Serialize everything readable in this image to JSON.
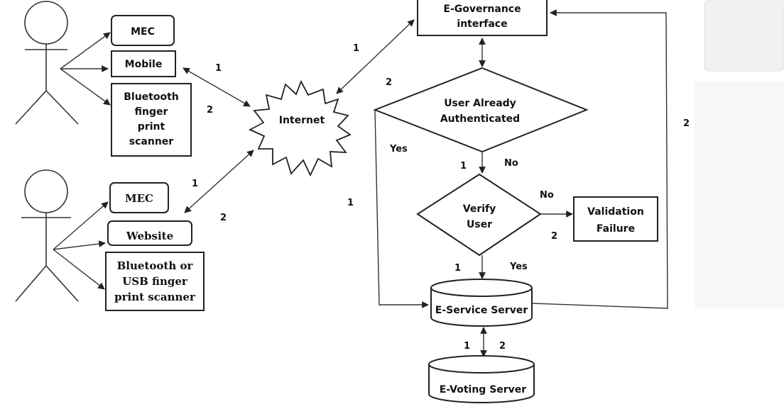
{
  "nodes": {
    "mec_top": "MEC",
    "mobile": "Mobile",
    "bt_fp_1": "Bluetooth",
    "bt_fp_2": "finger",
    "bt_fp_3": "print",
    "bt_fp_4": "scanner",
    "mec_bottom": "MEC",
    "website": "Website",
    "bt_usb_1": "Bluetooth or",
    "bt_usb_2": "USB finger",
    "bt_usb_3": "print scanner",
    "internet": "Internet",
    "egov_1": "E-Governance",
    "egov_2": "interface",
    "auth_1": "User Already",
    "auth_2": "Authenticated",
    "verify_1": "Verify",
    "verify_2": "User",
    "fail_1": "Validation",
    "fail_2": "Failure",
    "eservice": "E-Service Server",
    "evoting": "E-Voting Server"
  },
  "edge_labels": {
    "mobile_internet_1": "1",
    "mobile_internet_2": "2",
    "website_internet_1": "1",
    "website_internet_2": "2",
    "internet_egov_1": "1",
    "internet_egov_2": "2",
    "auth_yes": "Yes",
    "auth_no": "No",
    "auth_down_1": "1",
    "yes_path_1": "1",
    "verify_no": "No",
    "verify_fail_2": "2",
    "verify_yes": "Yes",
    "verify_down_1": "1",
    "return_2": "2",
    "db_1": "1",
    "db_2": "2"
  }
}
